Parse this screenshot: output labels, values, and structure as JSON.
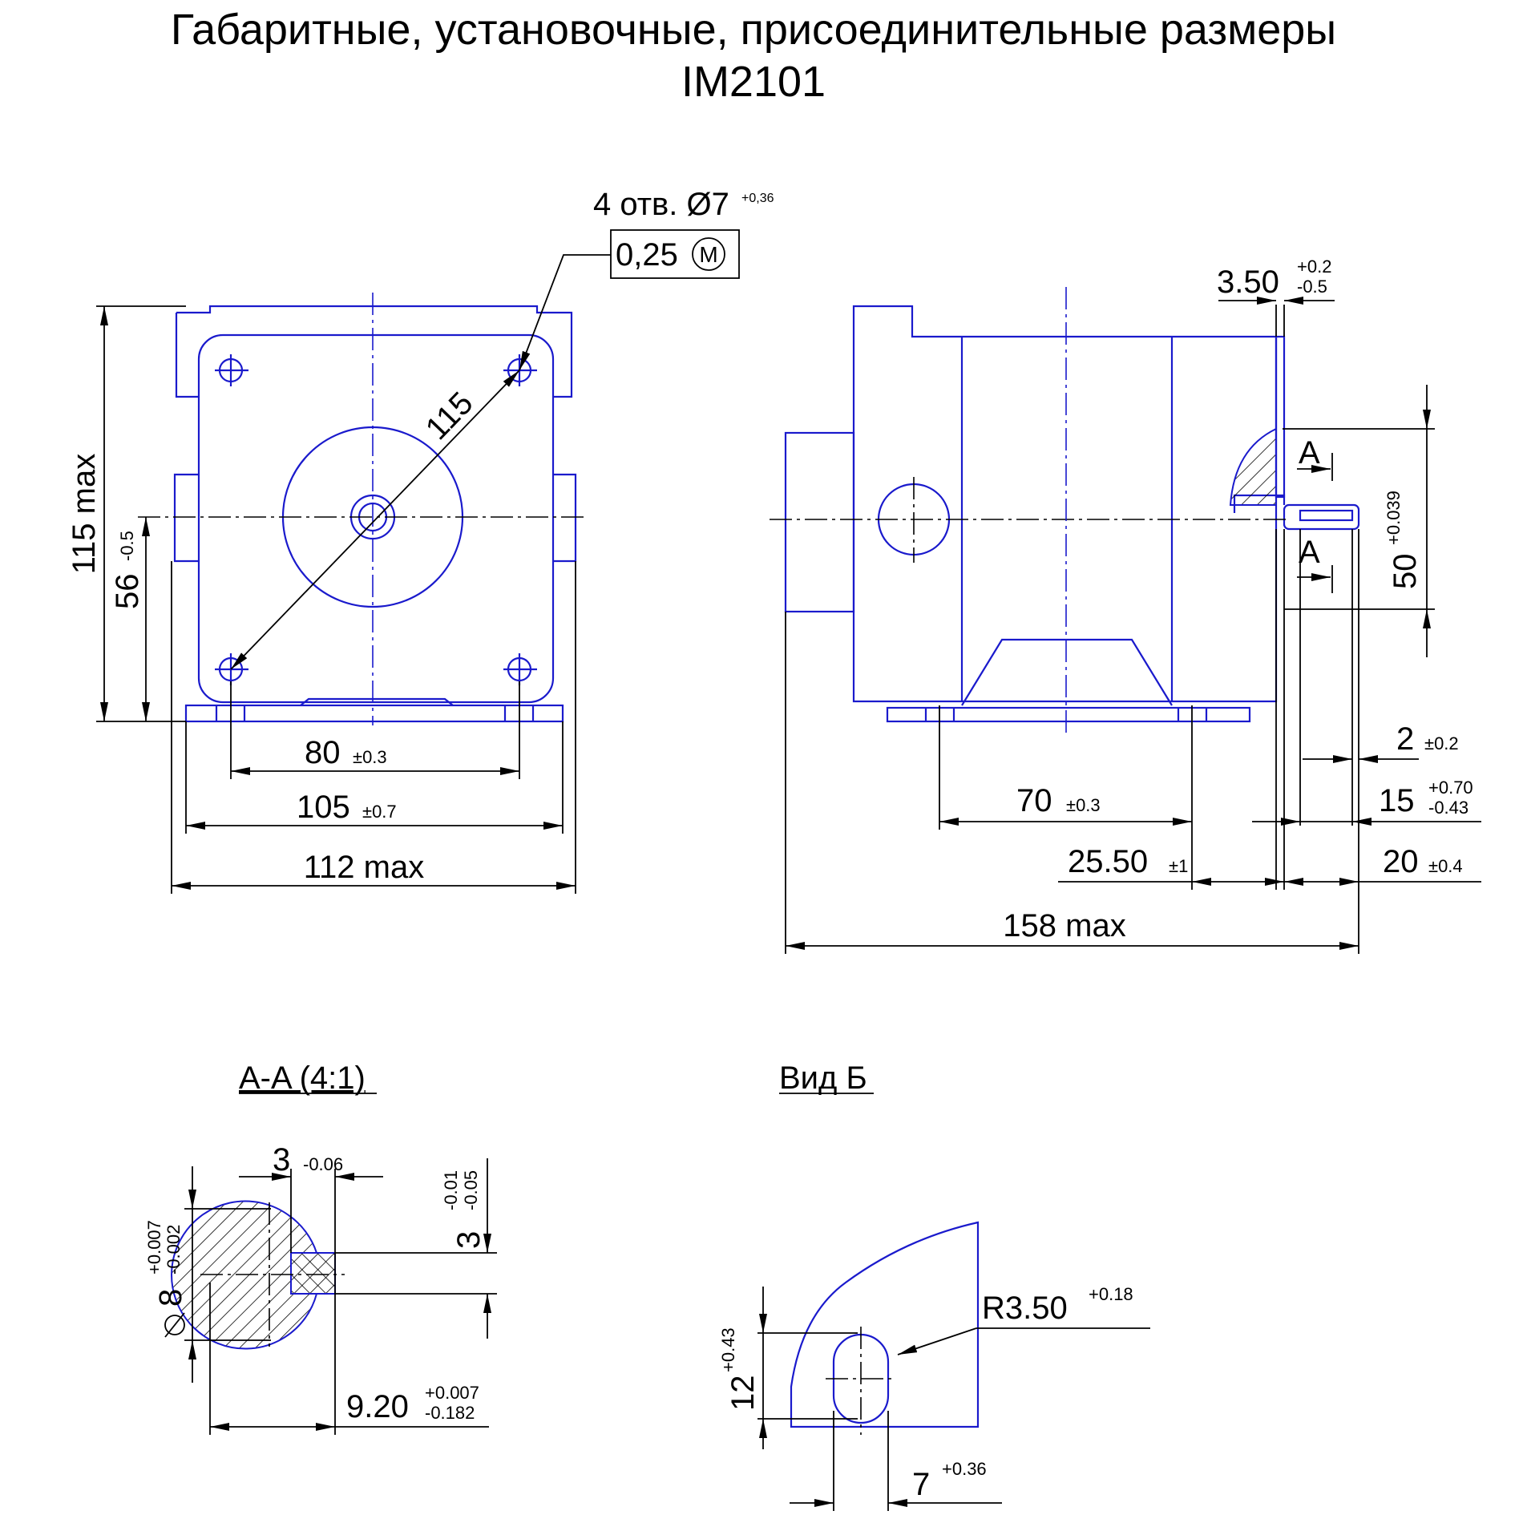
{
  "title": {
    "line1": "Габаритные, установочные, присоединительные размеры",
    "line2": "IM2101"
  },
  "front_view": {
    "holes_note": "4 отв. Ø7",
    "holes_tol": "+0,36",
    "tolerance_frame_value": "0,25",
    "tolerance_frame_symbol": "M",
    "diag": "115",
    "height": "115 max",
    "axis_height": "56",
    "axis_height_tol": "-0.5",
    "hole_spacing": "80",
    "hole_spacing_tol": "±0.3",
    "base_width": "105",
    "base_width_tol": "±0.7",
    "overall_width": "112 max"
  },
  "side_view": {
    "flange_thk": "3.50",
    "flange_thk_tol_up": "+0.2",
    "flange_thk_tol_dn": "-0.5",
    "section_mark": "A",
    "diam": "50",
    "diam_tol": "+0.039",
    "d2": "2",
    "d2_tol": "±0.2",
    "d15": "15",
    "d15_tol_up": "+0.70",
    "d15_tol_dn": "-0.43",
    "d70": "70",
    "d70_tol": "±0.3",
    "d25": "25.50",
    "d25_tol": "±1",
    "d20": "20",
    "d20_tol": "±0.4",
    "overall_len": "158 max"
  },
  "section_aa": {
    "label": "A-A (4:1)",
    "key_w": "3",
    "key_w_tol": "-0.06",
    "key_h": "3",
    "key_h_tol_up": "-0.01",
    "key_h_tol_dn": "-0.05",
    "shaft_d": "8",
    "shaft_d_tol_up": "+0.007",
    "shaft_d_tol_dn": "-0.002",
    "shaft_len": "9.20",
    "shaft_len_tol_up": "+0.007",
    "shaft_len_tol_dn": "-0.182"
  },
  "view_b": {
    "label": "Вид Б",
    "radius": "R3.50",
    "radius_tol": "+0.18",
    "slot_len": "12",
    "slot_len_tol": "+0.43",
    "slot_w": "7",
    "slot_w_tol": "+0.36"
  }
}
